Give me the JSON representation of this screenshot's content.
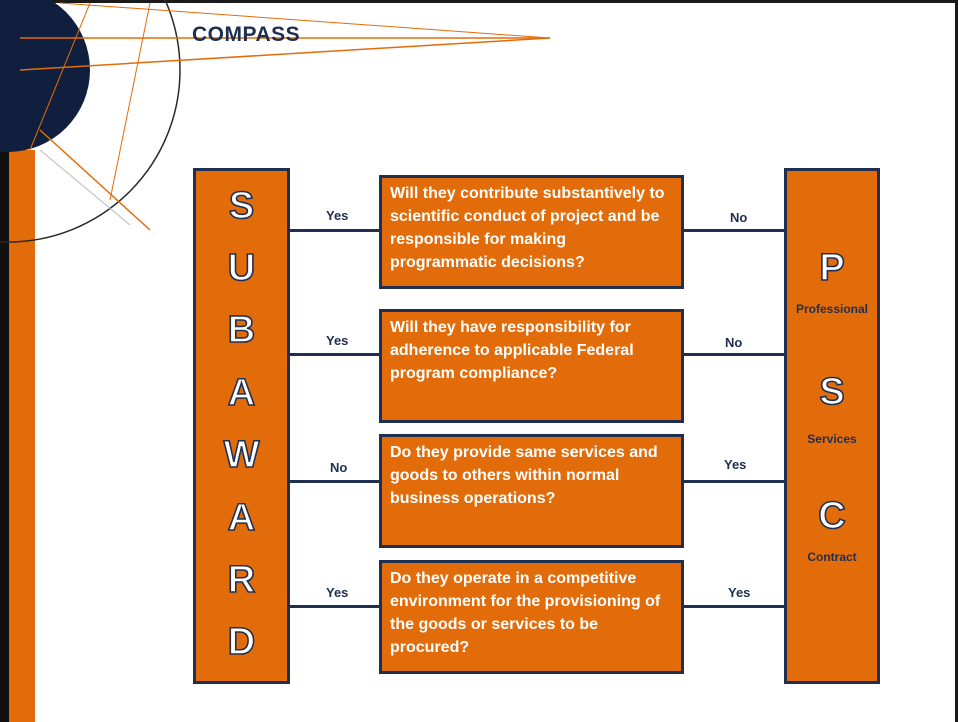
{
  "logo": {
    "text": "COMPASS"
  },
  "subaward": {
    "letters": [
      "S",
      "U",
      "B",
      "A",
      "W",
      "A",
      "R",
      "D"
    ]
  },
  "psc": {
    "letters": [
      {
        "letter": "P",
        "label": "Professional"
      },
      {
        "letter": "S",
        "label": "Services"
      },
      {
        "letter": "C",
        "label": "Contract"
      }
    ]
  },
  "questions": [
    {
      "text": "Will they contribute substantively to scientific conduct of project and be responsible for making programmatic decisions?",
      "left_label": "Yes",
      "right_label": "No"
    },
    {
      "text": "Will they have responsibility for adherence to applicable Federal program compliance?",
      "left_label": "Yes",
      "right_label": "No"
    },
    {
      "text": "Do they provide same services and goods to others within normal business operations?",
      "left_label": "No",
      "right_label": "Yes"
    },
    {
      "text": "Do they operate in a competitive environment for the provisioning of the goods or services to be procured?",
      "left_label": "Yes",
      "right_label": "Yes"
    }
  ],
  "colors": {
    "orange": "#e36c0a",
    "navy": "#1f2f4f",
    "dark_circle": "#0f1f3d"
  }
}
